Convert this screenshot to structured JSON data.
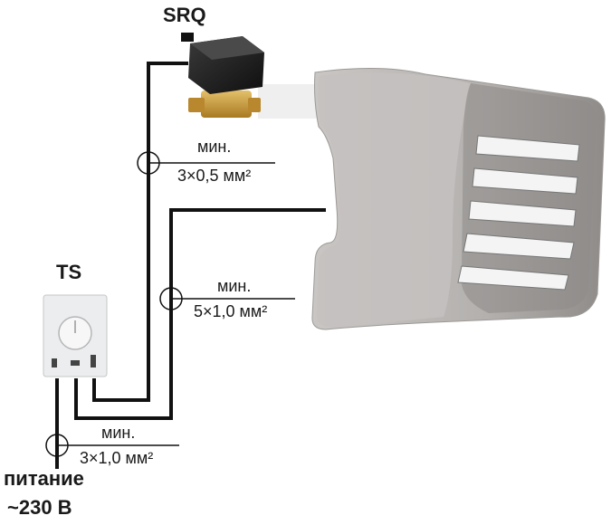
{
  "devices": {
    "valve": {
      "name": "SRQ"
    },
    "thermostat": {
      "name": "TS"
    },
    "heater": {
      "name": ""
    }
  },
  "cables": [
    {
      "min_label": "мин.",
      "section": "3×0,5 мм²"
    },
    {
      "min_label": "мин.",
      "section": "5×1,0 мм²"
    },
    {
      "min_label": "мин.",
      "section": "3×1,0 мм²"
    }
  ],
  "power": {
    "label_line1": "питание",
    "label_line2": "~230 В"
  },
  "colors": {
    "wire": "#111111",
    "heater_body": "#b9b6b4",
    "heater_shadow": "#8f8c8a",
    "louver": "#f2f2f2",
    "valve_body": "#222222",
    "valve_brass": "#c79a3a",
    "thermostat_body": "#e9eaea"
  }
}
